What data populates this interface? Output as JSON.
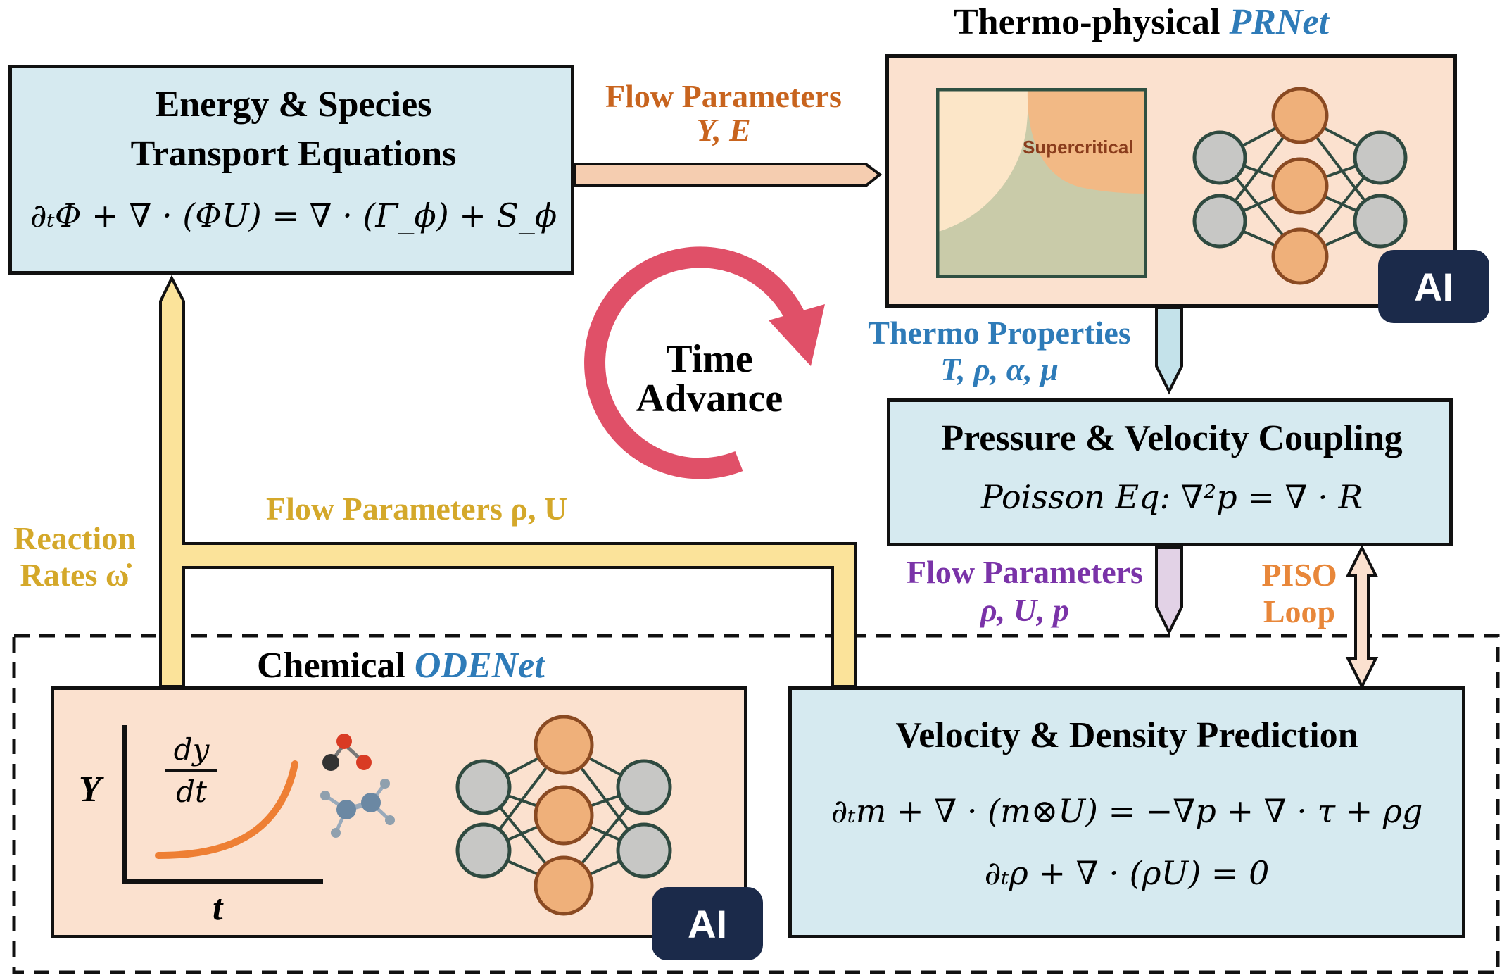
{
  "energy_box": {
    "title_line1": "Energy & Species",
    "title_line2": "Transport Equations",
    "equation": "∂ₜΦ + ∇ · (ΦU) = ∇ · (Γ_ϕ) + S_ϕ"
  },
  "thermo_box": {
    "heading_prefix": "Thermo-physical ",
    "heading_name": "PRNet",
    "phase_label": "Supercritical",
    "ai_badge": "AI"
  },
  "flow_params_top": {
    "label": "Flow Parameters",
    "vars": "Y, E"
  },
  "time_advance": {
    "line1": "Time",
    "line2": "Advance"
  },
  "thermo_properties": {
    "label": "Thermo Properties",
    "vars": "T, ρ, α, μ"
  },
  "pressure_box": {
    "title": "Pressure & Velocity Coupling",
    "equation": "Poisson Eq: ∇²p = ∇ · R"
  },
  "flow_params_mid": {
    "label": "Flow Parameters ρ, U"
  },
  "reaction_rates": {
    "line1": "Reaction",
    "line2": "Rates ω̇"
  },
  "flow_params_right": {
    "label": "Flow Parameters",
    "vars": "ρ, U, p"
  },
  "piso": {
    "line1": "PISO",
    "line2": "Loop"
  },
  "chemical_box": {
    "heading_prefix": "Chemical ",
    "heading_name": "ODENet",
    "y_axis": "Y",
    "x_axis": "t",
    "frac_num": "dy",
    "frac_den": "dt",
    "ai_badge": "AI"
  },
  "velocity_box": {
    "title": "Velocity & Density Prediction",
    "eq1": "∂ₜm + ∇ · (m⊗U) = −∇p + ∇ · τ + ρg",
    "eq2": "∂ₜρ + ∇ · (ρU) = 0"
  },
  "colors": {
    "box_blue": "#d6eaf0",
    "box_peach": "#fbe1cf",
    "flow_orange": "#c8641e",
    "thermo_blue": "#2e7bb8",
    "yellow": "#d4a82a",
    "purple": "#7a33a8",
    "piso_orange": "#e8873a",
    "time_red": "#e05068",
    "badge_navy": "#1b2a4a"
  }
}
